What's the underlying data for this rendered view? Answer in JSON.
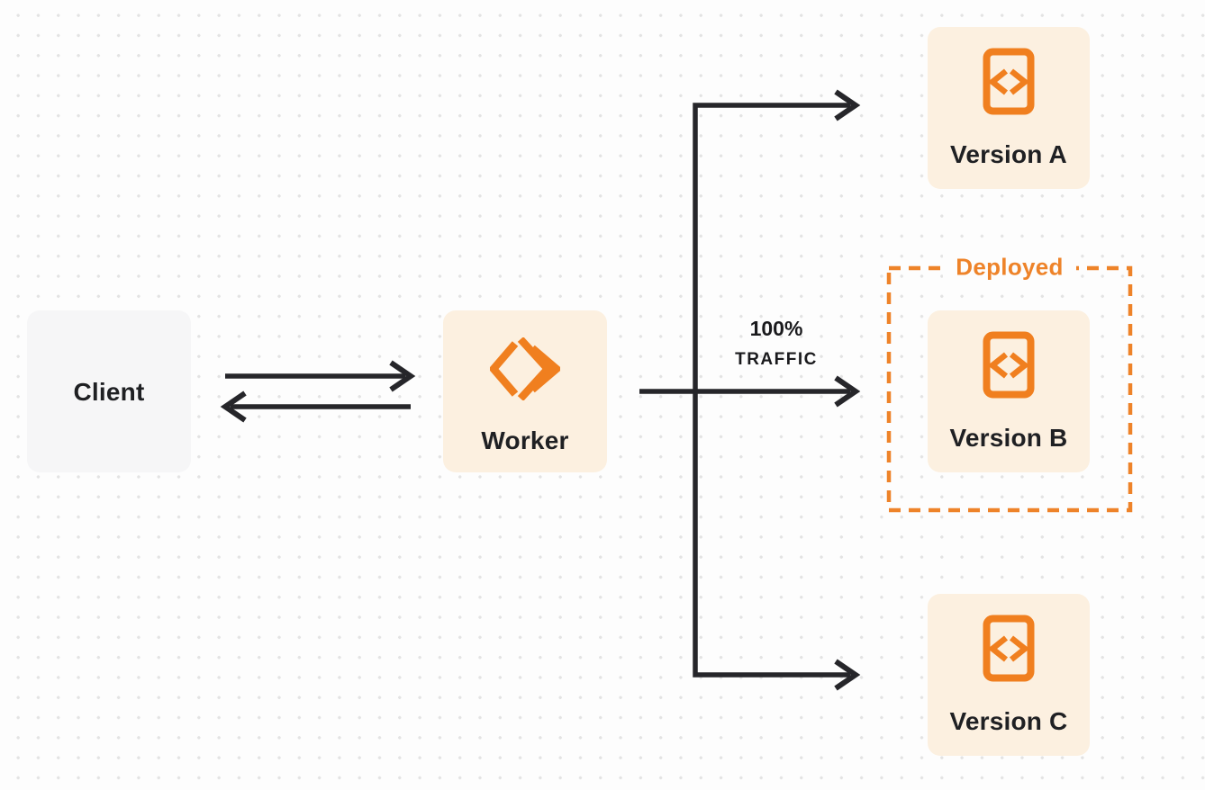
{
  "diagram": {
    "nodes": {
      "client": {
        "label": "Client"
      },
      "worker": {
        "label": "Worker",
        "icon": "cloudflare-workers-icon"
      },
      "version_a": {
        "label": "Version A",
        "icon": "code-file-icon"
      },
      "version_b": {
        "label": "Version B",
        "icon": "code-file-icon"
      },
      "version_c": {
        "label": "Version C",
        "icon": "code-file-icon"
      }
    },
    "edges": {
      "client_to_worker": {
        "type": "arrow-right"
      },
      "worker_to_client": {
        "type": "arrow-left"
      },
      "worker_to_versions": {
        "label_line1": "100%",
        "label_line2": "TRAFFIC",
        "targets": [
          "version_a",
          "version_b",
          "version_c"
        ]
      }
    },
    "annotations": {
      "deployed": {
        "label": "Deployed",
        "attached_to": "version_b"
      }
    },
    "colors": {
      "orange": "#ee8329",
      "node_peach": "#fcf0e0",
      "node_gray": "#f6f6f7",
      "arrow_black": "#26262a",
      "text_dark": "#1f2023",
      "page_bg": "#fdfdfd",
      "dot_gray": "#e3e3e3"
    }
  }
}
